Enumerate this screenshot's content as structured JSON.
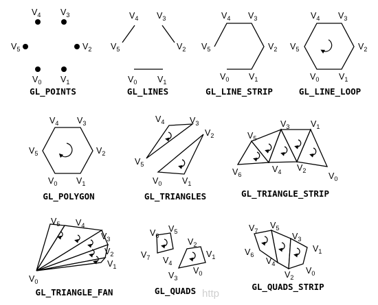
{
  "captions": {
    "points": "GL_POINTS",
    "lines": "GL_LINES",
    "line_strip": "GL_LINE_STRIP",
    "line_loop": "GL_LINE_LOOP",
    "polygon": "GL_POLYGON",
    "triangles": "GL_TRIANGLES",
    "triangle_strip": "GL_TRIANGLE_STRIP",
    "triangle_fan": "GL_TRIANGLE_FAN",
    "quads": "GL_QUADS",
    "quads_strip": "GL_QUADS_STRIP"
  },
  "vertex_labels": {
    "points": [
      "V0",
      "V1",
      "V2",
      "V3",
      "V4",
      "V5"
    ],
    "lines": [
      "V0",
      "V1",
      "V2",
      "V3",
      "V4",
      "V5"
    ],
    "line_strip": [
      "V0",
      "V1",
      "V2",
      "V3",
      "V4",
      "V5"
    ],
    "line_loop": [
      "V0",
      "V1",
      "V2",
      "V3",
      "V4",
      "V5"
    ],
    "polygon": [
      "V0",
      "V1",
      "V2",
      "V3",
      "V4",
      "V5"
    ],
    "triangles": [
      "V0",
      "V1",
      "V2",
      "V3",
      "V4",
      "V5"
    ],
    "triangle_strip": [
      "V0",
      "V1",
      "V2",
      "V3",
      "V4",
      "V5",
      "V6"
    ],
    "triangle_fan": [
      "V0",
      "V1",
      "V2",
      "V3",
      "V4",
      "V5"
    ],
    "quads": [
      "V0",
      "V1",
      "V2",
      "V3",
      "V4",
      "V5",
      "V6",
      "V7"
    ],
    "quads_strip": [
      "V0",
      "V1",
      "V2",
      "V3",
      "V4",
      "V5",
      "V6",
      "V7"
    ]
  },
  "watermark": "http"
}
